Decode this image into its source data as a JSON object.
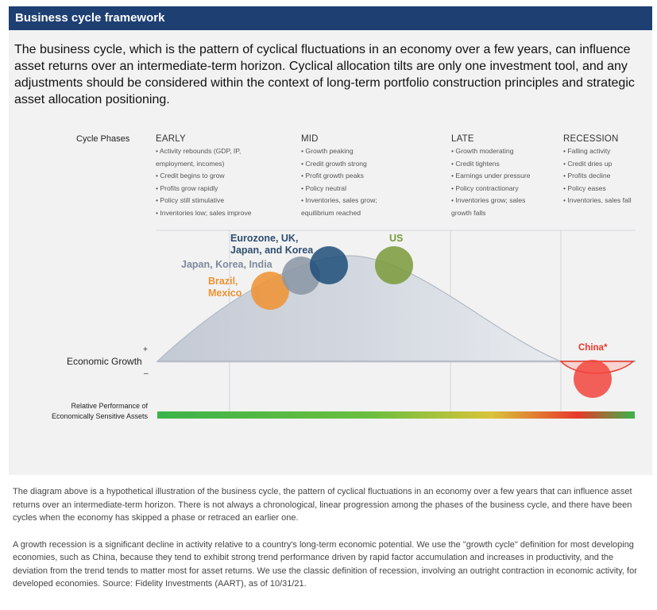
{
  "header": {
    "title": "Business cycle framework"
  },
  "intro": {
    "text": "The business cycle, which is the pattern of cyclical fluctuations in an economy over a few years, can influence asset returns over an intermediate-term horizon. Cyclical allocation tilts are only one investment tool, and any adjustments should be considered within the context of long-term portfolio construction principles and strategic asset allocation positioning."
  },
  "diagram": {
    "phases_label": "Cycle Phases",
    "phases": [
      {
        "title": "EARLY",
        "bullets": [
          "Activity rebounds (GDP, IP,\nemployment, incomes)",
          "Credit begins to grow",
          "Profits grow rapidly",
          "Policy still stimulative",
          "Inventories low; sales improve"
        ]
      },
      {
        "title": "MID",
        "bullets": [
          "Growth peaking",
          "Credit growth strong",
          "Profit growth peaks",
          "Policy neutral",
          "Inventories, sales grow;\nequilibrium reached"
        ]
      },
      {
        "title": "LATE",
        "bullets": [
          "Growth moderating",
          "Credit tightens",
          "Earnings under pressure",
          "Policy contractionary",
          "Inventories grow; sales\ngrowth falls"
        ]
      },
      {
        "title": "RECESSION",
        "bullets": [
          "Falling activity",
          "Credit dries up",
          "Profits decline",
          "Policy eases",
          "Inventories, sales fall"
        ]
      }
    ],
    "economic_growth_label": "Economic Growth",
    "plus_sign": "+",
    "minus_sign": "–",
    "relative_performance_label_line1": "Relative Performance of",
    "relative_performance_label_line2": "Economically Sensitive Assets",
    "countries": [
      {
        "label": "Eurozone, UK,\nJapan, and Korea",
        "color": "#1f4e79"
      },
      {
        "label": "Japan, Korea, India",
        "color": "#8497b0"
      },
      {
        "label": "Brazil,\nMexico",
        "color": "#f0922f"
      },
      {
        "label": "US",
        "color": "#7a9a3a"
      },
      {
        "label": "China*",
        "color": "#f2453d"
      }
    ],
    "colors": {
      "curve_fill": "#c9cfd8",
      "curve_stroke": "#b3bac6",
      "baseline": "#b8bec8",
      "bar_green": "#3bb34a",
      "bar_yellow": "#d9c43a",
      "bar_red": "#e8382b"
    }
  },
  "footer": {
    "paragraph1": "The diagram above is a hypothetical illustration of the business cycle, the pattern of cyclical fluctuations in an economy over a few years that can influence asset returns over an intermediate-term horizon. There is not always a chronological, linear progression among the phases of the business cycle, and there have been cycles when the economy has skipped a phase or retraced an earlier one.",
    "paragraph2": "A growth recession is a significant decline in activity relative to a country's long-term economic potential. We use the \"growth cycle\" definition for most developing economies, such as China, because they tend to exhibit strong trend performance driven by rapid factor accumulation and increases in productivity, and the deviation from the trend tends to matter most for asset returns. We use the classic definition of recession, involving an outright contraction in economic activity, for developed economies. Source: Fidelity Investments (AART), as of 10/31/21."
  }
}
